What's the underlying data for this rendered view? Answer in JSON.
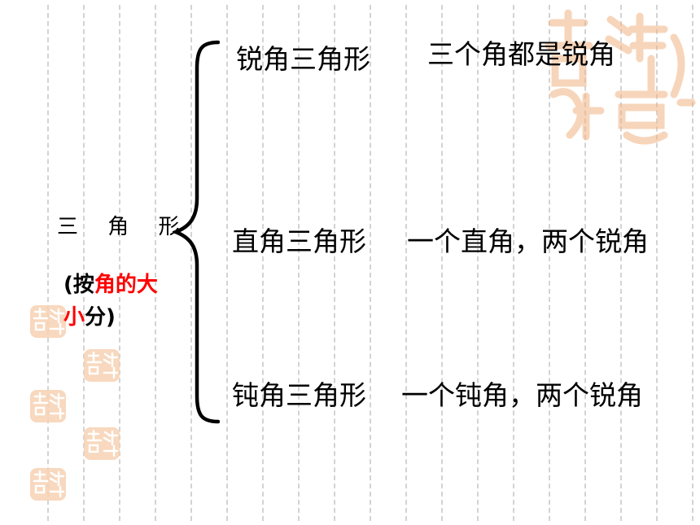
{
  "main_label": "三 角 形",
  "note": {
    "open_paren": "(",
    "by": "按",
    "highlight": "角的大小",
    "divide": "分",
    "close_paren": ")"
  },
  "rows": [
    {
      "name": "锐角三角形",
      "description": "三个角都是锐角"
    },
    {
      "name": "直角三角形",
      "description": "一个直角，两个锐角"
    },
    {
      "name": "钝角三角形",
      "description": "一个钝角，两个锐角"
    }
  ],
  "colors": {
    "highlight": "#ff0000",
    "seal": "#f2b482",
    "grid_line": "#d3d3d3"
  },
  "icons": [
    "auspicious-seal-icon",
    "left-brace-icon"
  ]
}
